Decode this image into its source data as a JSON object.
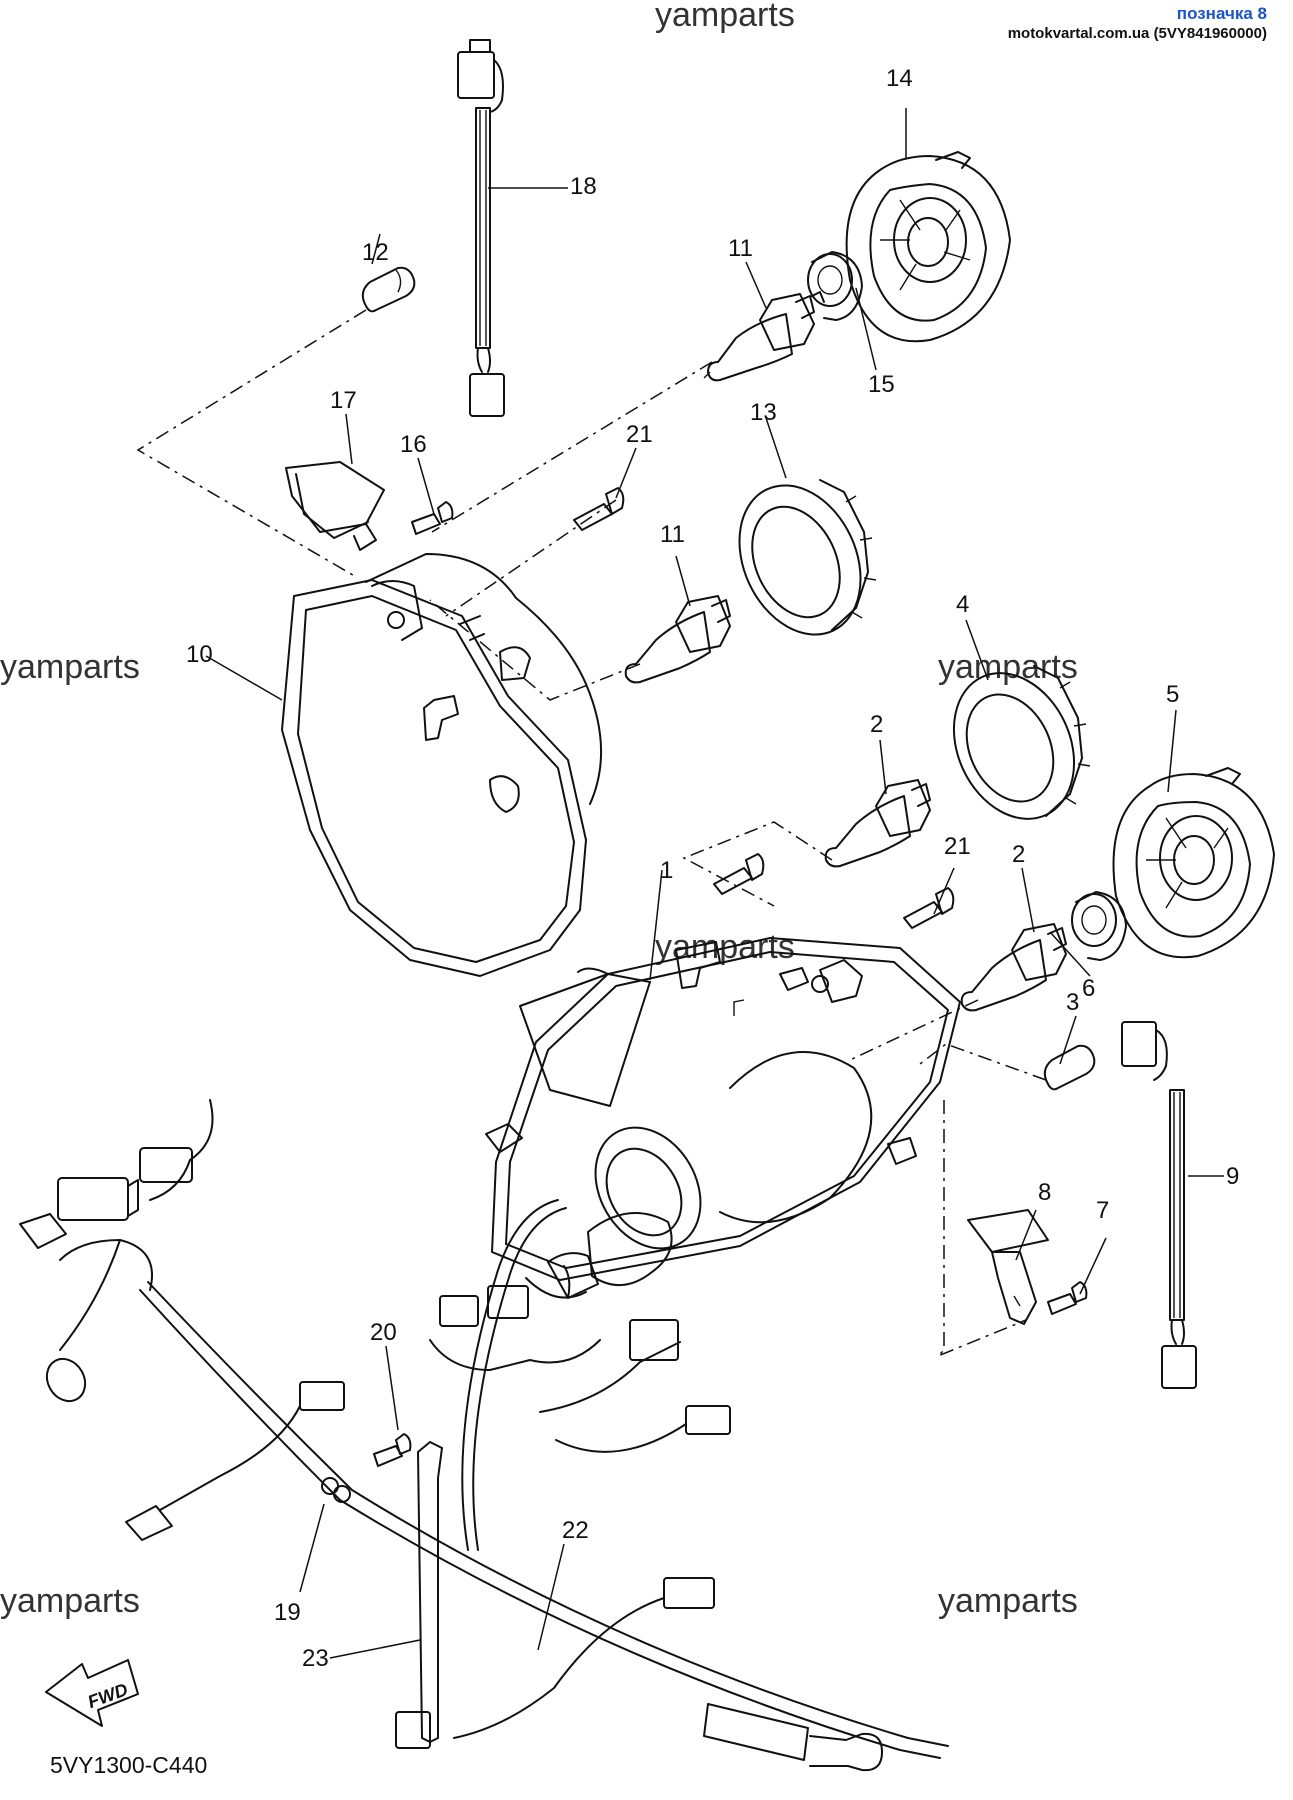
{
  "header": {
    "tag": "позначка 8",
    "site": "motokvartal.com.ua (5VY841960000)"
  },
  "watermark": "yamparts",
  "diagram_code": "5VY1300-C440",
  "fwd_label": "FWD",
  "callouts": [
    "1",
    "2",
    "2",
    "3",
    "4",
    "5",
    "6",
    "7",
    "8",
    "9",
    "10",
    "11",
    "11",
    "12",
    "13",
    "14",
    "15",
    "16",
    "17",
    "18",
    "19",
    "20",
    "21",
    "21",
    "22",
    "23"
  ]
}
